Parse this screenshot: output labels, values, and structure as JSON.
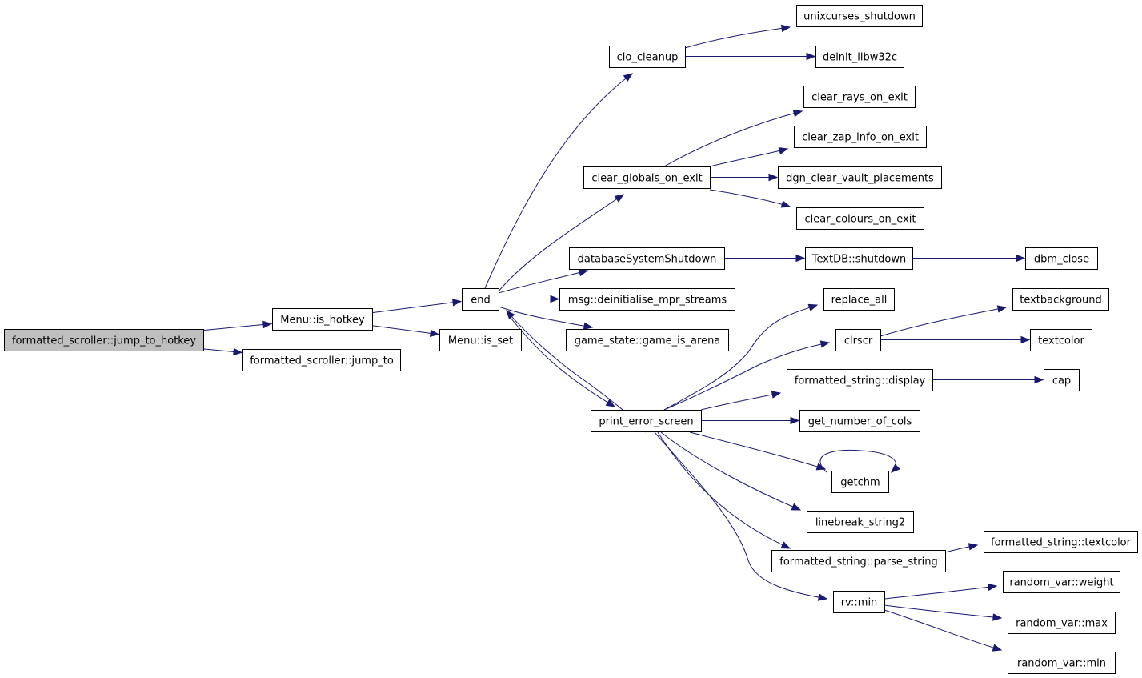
{
  "graph": {
    "root": "jump_to_hotkey",
    "nodes": [
      {
        "id": "jump_to_hotkey",
        "label": "formatted_scroller::jump_to_hotkey"
      },
      {
        "id": "is_hotkey",
        "label": "Menu::is_hotkey"
      },
      {
        "id": "jump_to",
        "label": "formatted_scroller::jump_to"
      },
      {
        "id": "end",
        "label": "end"
      },
      {
        "id": "is_set",
        "label": "Menu::is_set"
      },
      {
        "id": "cio_cleanup",
        "label": "cio_cleanup"
      },
      {
        "id": "clear_globals",
        "label": "clear_globals_on_exit"
      },
      {
        "id": "dbshutdown",
        "label": "databaseSystemShutdown"
      },
      {
        "id": "msg_deinit",
        "label": "msg::deinitialise_mpr_streams"
      },
      {
        "id": "game_is_arena",
        "label": "game_state::game_is_arena"
      },
      {
        "id": "print_error",
        "label": "print_error_screen"
      },
      {
        "id": "unixcurses",
        "label": "unixcurses_shutdown"
      },
      {
        "id": "deinit_libw32c",
        "label": "deinit_libw32c"
      },
      {
        "id": "clear_rays",
        "label": "clear_rays_on_exit"
      },
      {
        "id": "clear_zap",
        "label": "clear_zap_info_on_exit"
      },
      {
        "id": "dgn_clear",
        "label": "dgn_clear_vault_placements"
      },
      {
        "id": "clear_colours",
        "label": "clear_colours_on_exit"
      },
      {
        "id": "textdb_shutdown",
        "label": "TextDB::shutdown"
      },
      {
        "id": "dbm_close",
        "label": "dbm_close"
      },
      {
        "id": "replace_all",
        "label": "replace_all"
      },
      {
        "id": "clrscr",
        "label": "clrscr"
      },
      {
        "id": "fs_display",
        "label": "formatted_string::display"
      },
      {
        "id": "get_cols",
        "label": "get_number_of_cols"
      },
      {
        "id": "getchm",
        "label": "getchm"
      },
      {
        "id": "linebreak",
        "label": "linebreak_string2"
      },
      {
        "id": "parse_string",
        "label": "formatted_string::parse_string"
      },
      {
        "id": "rv_min",
        "label": "rv::min"
      },
      {
        "id": "textbackground",
        "label": "textbackground"
      },
      {
        "id": "textcolor",
        "label": "textcolor"
      },
      {
        "id": "cap",
        "label": "cap"
      },
      {
        "id": "fs_textcolor",
        "label": "formatted_string::textcolor"
      },
      {
        "id": "rv_weight",
        "label": "random_var::weight"
      },
      {
        "id": "rv_max",
        "label": "random_var::max"
      },
      {
        "id": "rv_min2",
        "label": "random_var::min"
      }
    ],
    "edges": [
      {
        "from": "jump_to_hotkey",
        "to": "is_hotkey"
      },
      {
        "from": "jump_to_hotkey",
        "to": "jump_to"
      },
      {
        "from": "is_hotkey",
        "to": "end"
      },
      {
        "from": "is_hotkey",
        "to": "is_set"
      },
      {
        "from": "end",
        "to": "cio_cleanup"
      },
      {
        "from": "end",
        "to": "clear_globals"
      },
      {
        "from": "end",
        "to": "dbshutdown"
      },
      {
        "from": "end",
        "to": "msg_deinit"
      },
      {
        "from": "end",
        "to": "game_is_arena"
      },
      {
        "from": "end",
        "to": "print_error"
      },
      {
        "from": "cio_cleanup",
        "to": "unixcurses"
      },
      {
        "from": "cio_cleanup",
        "to": "deinit_libw32c"
      },
      {
        "from": "clear_globals",
        "to": "clear_rays"
      },
      {
        "from": "clear_globals",
        "to": "clear_zap"
      },
      {
        "from": "clear_globals",
        "to": "dgn_clear"
      },
      {
        "from": "clear_globals",
        "to": "clear_colours"
      },
      {
        "from": "dbshutdown",
        "to": "textdb_shutdown"
      },
      {
        "from": "textdb_shutdown",
        "to": "dbm_close"
      },
      {
        "from": "print_error",
        "to": "replace_all"
      },
      {
        "from": "print_error",
        "to": "clrscr"
      },
      {
        "from": "print_error",
        "to": "fs_display"
      },
      {
        "from": "print_error",
        "to": "get_cols"
      },
      {
        "from": "print_error",
        "to": "getchm"
      },
      {
        "from": "print_error",
        "to": "linebreak"
      },
      {
        "from": "print_error",
        "to": "parse_string"
      },
      {
        "from": "print_error",
        "to": "rv_min"
      },
      {
        "from": "print_error",
        "to": "end"
      },
      {
        "from": "clrscr",
        "to": "textbackground"
      },
      {
        "from": "clrscr",
        "to": "textcolor"
      },
      {
        "from": "fs_display",
        "to": "cap"
      },
      {
        "from": "getchm",
        "to": "getchm"
      },
      {
        "from": "parse_string",
        "to": "fs_textcolor"
      },
      {
        "from": "rv_min",
        "to": "rv_weight"
      },
      {
        "from": "rv_min",
        "to": "rv_max"
      },
      {
        "from": "rv_min",
        "to": "rv_min2"
      }
    ]
  },
  "colors": {
    "edge": "#191970",
    "root_fill": "#bfbfbf",
    "node_fill": "#ffffff",
    "node_border": "#000000"
  }
}
